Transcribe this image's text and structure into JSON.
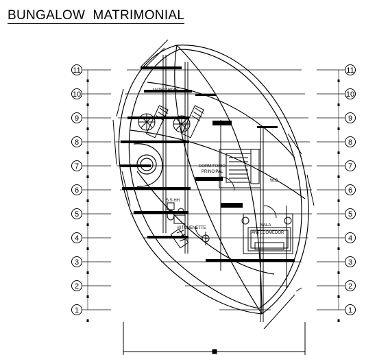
{
  "title": "BUNGALOW  MATRIMONIAL",
  "grid_rows": [
    "11",
    "10",
    "9",
    "8",
    "7",
    "6",
    "5",
    "4",
    "3",
    "2",
    "1"
  ],
  "room_labels": {
    "terrace": "ANTEJARDIN",
    "bedroom_line1": "DORMITORIO",
    "bedroom_line2": "PRINCIPAL",
    "bath": "S.S.HH",
    "kitchen": "KITCHENETTE",
    "living_line1": "SALA",
    "living_line2": "ANTECOMEDOR",
    "wc": "W.C."
  }
}
